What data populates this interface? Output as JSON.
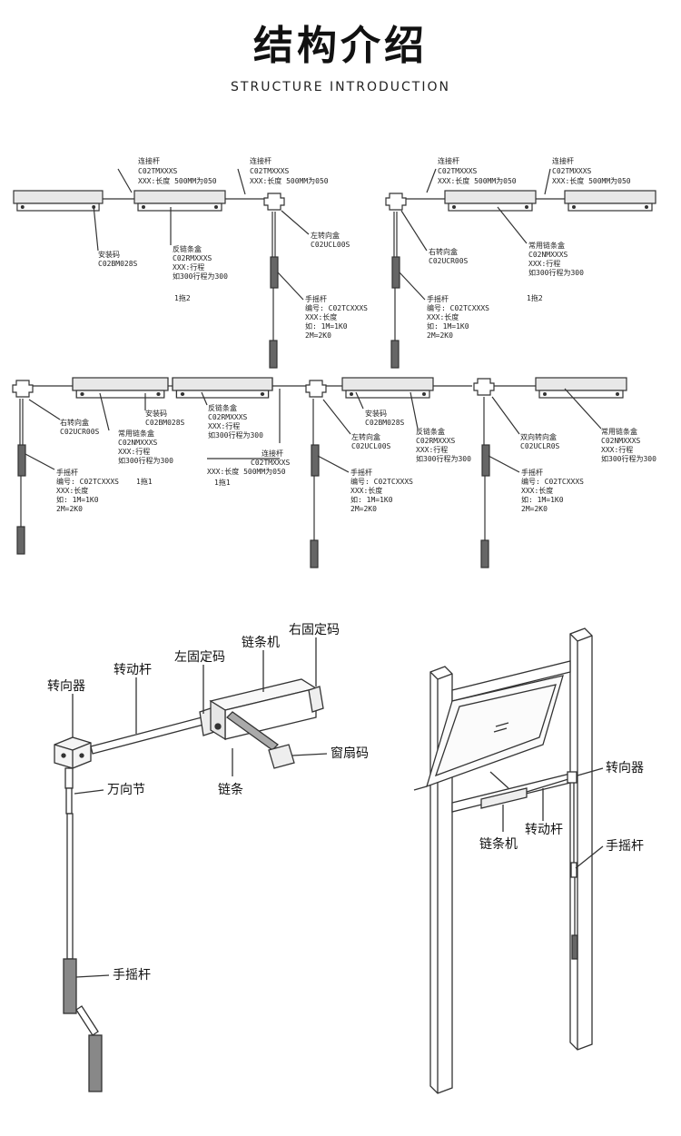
{
  "header": {
    "title": "结构介绍",
    "subtitle": "STRUCTURE INTRODUCTION"
  },
  "diagram1": {
    "link_rod_a": [
      "连接杆",
      "C02TMXXXS",
      "XXX:长度 500MM为050"
    ],
    "link_rod_b": [
      "连接杆",
      "C02TMXXXS",
      "XXX:长度 500MM为050"
    ],
    "mount": [
      "安装码",
      "C02BM028S"
    ],
    "reverse_box": [
      "反链条盒",
      "C02RMXXXS",
      "XXX:行程",
      "如300行程为300"
    ],
    "left_turn": [
      "左转向盒",
      "C02UCL00S"
    ],
    "crank": [
      "手摇杆",
      "编号: C02TCXXXS",
      "XXX:长度",
      "如: 1M=1K0",
      "2M=2K0"
    ],
    "ratio": "1拖2"
  },
  "diagram2": {
    "link_rod_a": [
      "连接杆",
      "C02TMXXXS",
      "XXX:长度 500MM为050"
    ],
    "link_rod_b": [
      "连接杆",
      "C02TMXXXS",
      "XXX:长度 500MM为050"
    ],
    "right_turn": [
      "右转向盒",
      "C02UCR00S"
    ],
    "normal_box": [
      "常用链条盒",
      "C02NMXXXS",
      "XXX:行程",
      "如300行程为300"
    ],
    "crank": [
      "手摇杆",
      "编号: C02TCXXXS",
      "XXX:长度",
      "如: 1M=1K0",
      "2M=2K0"
    ],
    "ratio": "1拖2"
  },
  "diagram3": {
    "mount": [
      "安装码",
      "C02BM028S"
    ],
    "reverse_box": [
      "反链条盒",
      "C02RMXXXS",
      "XXX:行程",
      "如300行程为300"
    ],
    "right_turn": [
      "右转向盒",
      "C02UCR00S"
    ],
    "normal_box": [
      "常用链条盒",
      "C02NMXXXS",
      "XXX:行程",
      "如300行程为300"
    ],
    "crank": [
      "手摇杆",
      "编号: C02TCXXXS",
      "XXX:长度",
      "如: 1M=1K0",
      "2M=2K0"
    ],
    "ratio": "1拖1",
    "link_rod": [
      "连接杆",
      "C02TMXXXS",
      "XXX:长度 500MM为050"
    ],
    "ratio2": "1拖1"
  },
  "diagram4": {
    "mount": [
      "安装码",
      "C02BM028S"
    ],
    "left_turn": [
      "左转向盒",
      "C02UCL00S"
    ],
    "reverse_box": [
      "反链条盒",
      "C02RMXXXS",
      "XXX:行程",
      "如300行程为300"
    ],
    "double_turn": [
      "双向转向盒",
      "C02UCLR0S"
    ],
    "normal_box": [
      "常用链条盒",
      "C02NMXXXS",
      "XXX:行程",
      "如300行程为300"
    ],
    "crank": [
      "手摇杆",
      "编号: C02TCXXXS",
      "XXX:长度",
      "如: 1M=1K0",
      "2M=2K0"
    ]
  },
  "assembly": {
    "diverter": "转向器",
    "drive_rod": "转动杆",
    "left_fixer": "左固定码",
    "chain_unit": "链条机",
    "right_fixer": "右固定码",
    "window_fixer": "窗扇码",
    "chain": "链条",
    "universal_joint": "万向节",
    "crank": "手摇杆"
  },
  "window": {
    "diverter": "转向器",
    "chain_unit": "链条机",
    "drive_rod": "转动杆",
    "crank": "手摇杆"
  }
}
